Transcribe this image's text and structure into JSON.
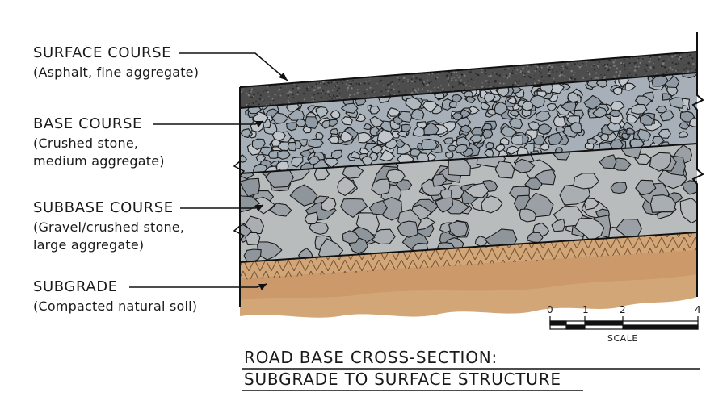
{
  "layers": [
    {
      "title": "SURFACE COURSE",
      "desc": [
        "(Asphalt, fine aggregate)"
      ],
      "color": "#4d4d4d"
    },
    {
      "title": "BASE COURSE",
      "desc": [
        "(Crushed stone,",
        "medium aggregate)"
      ],
      "color": "#a7b0b8"
    },
    {
      "title": "SUBBASE COURSE",
      "desc": [
        "(Gravel/crushed stone,",
        "large aggregate)"
      ],
      "color": "#b9bcbd"
    },
    {
      "title": "SUBGRADE",
      "desc": [
        "(Compacted natural soil)"
      ],
      "color": "#cf9f74"
    }
  ],
  "scale": {
    "ticks": [
      "0",
      "1",
      "2",
      "4"
    ],
    "caption": "SCALE"
  },
  "title": [
    "ROAD BASE CROSS-SECTION:",
    "SUBGRADE TO SURFACE STRUCTURE"
  ]
}
